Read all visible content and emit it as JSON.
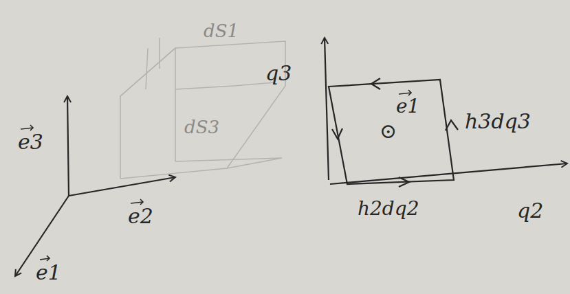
{
  "diagram": {
    "labels": [
      "e3",
      "e2",
      "e1",
      "q3",
      "dS1",
      "dS3",
      "e1",
      "⊙",
      "h3dq3",
      "h2dq2",
      "q2"
    ]
  }
}
